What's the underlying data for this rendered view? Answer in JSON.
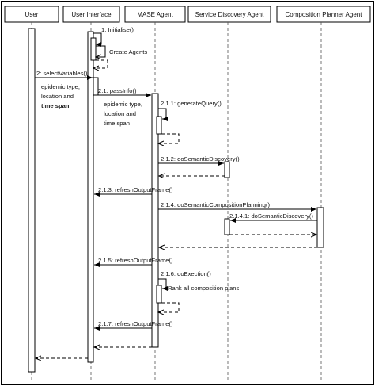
{
  "lifelines": [
    {
      "id": "user",
      "label": "User"
    },
    {
      "id": "ui",
      "label": "User Interface"
    },
    {
      "id": "mase",
      "label": "MASE Agent"
    },
    {
      "id": "sda",
      "label": "Service Discovery Agent"
    },
    {
      "id": "cpa",
      "label": "Composition Planner Agent"
    }
  ],
  "messages": {
    "m1": "1: Initialise()",
    "m1_note": "Create Agents",
    "m2": "2: selectVariables()",
    "m2_note_1": "epidemic type,",
    "m2_note_2": "location and",
    "m2_note_3": "time span",
    "m21": "2.1: passInfo()",
    "m21_note_1": "epidemic type,",
    "m21_note_2": "location and",
    "m21_note_3": "time span",
    "m211": "2.1.1: generateQuery()",
    "m212": "2.1.2: doSemanticDiscovery()",
    "m213": "2.1.3: refreshOutputFrame()",
    "m214": "2.1.4: doSemanticCompositionPlanning()",
    "m2141": "2.1.4.1: doSemanticDiscovery()",
    "m215": "2.1.5: refreshOutputFrame()",
    "m216": "2.1.6: doExection()",
    "m216_note": "Rank all composition plans",
    "m217": "2.1.7: refreshOutputFrame()"
  }
}
